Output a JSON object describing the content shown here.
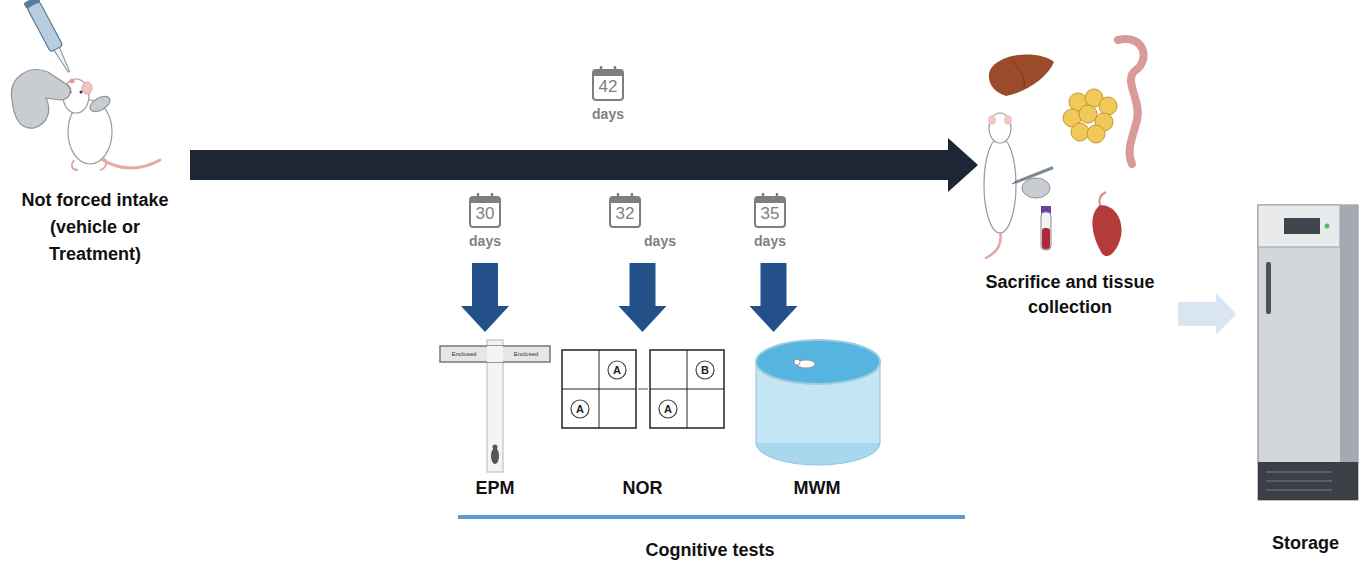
{
  "diagram": {
    "nodes": [
      {
        "text": [
          "Not forced intake (vehicle or Treatment)"
        ]
      },
      {
        "text": [
          "42",
          "days"
        ]
      },
      {
        "text": [
          "30",
          "days"
        ]
      },
      {
        "text": [
          "32",
          "days"
        ]
      },
      {
        "text": [
          "35",
          "days"
        ]
      },
      {
        "text": [
          "EPM"
        ]
      },
      {
        "text": [
          "NOR"
        ]
      },
      {
        "text": [
          "MWM"
        ]
      },
      {
        "text": [
          "Sacrifice and tissue collection"
        ]
      },
      {
        "text": [
          "Storage"
        ]
      }
    ],
    "edges": [
      {
        "from": 0,
        "to": 8,
        "arrow": "to"
      },
      {
        "from": 2,
        "to": 5,
        "arrow": "to"
      },
      {
        "from": 3,
        "to": 6,
        "arrow": "to"
      },
      {
        "from": 4,
        "to": 7,
        "arrow": "to"
      },
      {
        "from": 8,
        "to": 9,
        "arrow": "to"
      }
    ],
    "labels": [
      "Cognitive tests",
      "Enclosed",
      "Enclosed",
      "A",
      "A",
      "B",
      "A"
    ]
  }
}
